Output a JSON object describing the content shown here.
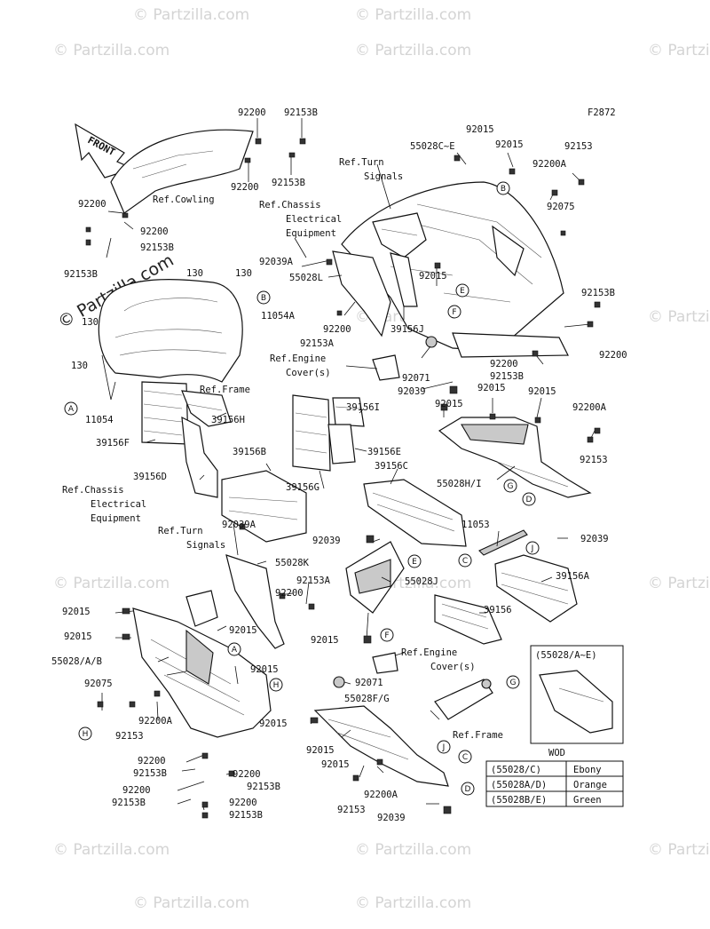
{
  "figure_code": "F2872",
  "watermark": "© Partzilla.com",
  "front_label": "FRONT",
  "callouts": [
    "A",
    "B",
    "C",
    "D",
    "E",
    "F",
    "G",
    "H",
    "J"
  ],
  "parts": {
    "p92200": "92200",
    "p92153B": "92153B",
    "p92015": "92015",
    "p92153": "92153",
    "p92200A": "92200A",
    "p92075": "92075",
    "p92039A": "92039A",
    "p55028L": "55028L",
    "p55028C_E": "55028C~E",
    "p92153A": "92153A",
    "p39156J": "39156J",
    "p92071": "92071",
    "p92039": "92039",
    "p130": "130",
    "p11054A": "11054A",
    "p11054": "11054",
    "p39156H": "39156H",
    "p39156F": "39156F",
    "p39156D": "39156D",
    "p39156B": "39156B",
    "p39156G": "39156G",
    "p39156I": "39156I",
    "p39156E": "39156E",
    "p39156C": "39156C",
    "p55028H_I": "55028H/I",
    "p11053": "11053",
    "p39156A": "39156A",
    "p39156": "39156",
    "p55028K": "55028K",
    "p55028J": "55028J",
    "p55028ABB": "55028/A/B",
    "p55028FG": "55028F/G"
  },
  "refs": {
    "cowling": "Ref.Cowling",
    "turn_signals_a": "Ref.Turn",
    "turn_signals_b": "Signals",
    "chassis_a": "Ref.Chassis",
    "chassis_b": "Electrical",
    "chassis_c": "Equipment",
    "engine_a": "Ref.Engine",
    "engine_b": "Cover(s)",
    "frame": "Ref.Frame"
  },
  "inset_label": "(55028/A~E)",
  "wod_table": {
    "title": "WOD",
    "rows": [
      {
        "code": "(55028/C)",
        "color": "Ebony"
      },
      {
        "code": "(55028A/D)",
        "color": "Orange"
      },
      {
        "code": "(55028B/E)",
        "color": "Green"
      }
    ]
  }
}
